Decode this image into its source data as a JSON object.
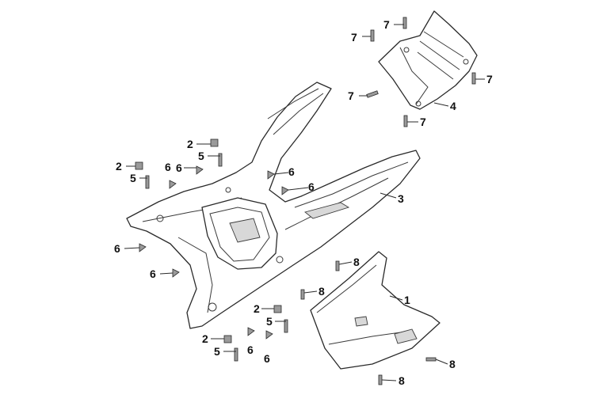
{
  "callouts": [
    {
      "id": "c-4",
      "text": "4"
    },
    {
      "id": "c-3",
      "text": "3"
    },
    {
      "id": "c-1",
      "text": "1"
    },
    {
      "id": "c-2a",
      "text": "2"
    },
    {
      "id": "c-2b",
      "text": "2"
    },
    {
      "id": "c-2c",
      "text": "2"
    },
    {
      "id": "c-2d",
      "text": "2"
    },
    {
      "id": "c-5a",
      "text": "5"
    },
    {
      "id": "c-5b",
      "text": "5"
    },
    {
      "id": "c-5c",
      "text": "5"
    },
    {
      "id": "c-5d",
      "text": "5"
    },
    {
      "id": "c-6a",
      "text": "6"
    },
    {
      "id": "c-6b",
      "text": "6"
    },
    {
      "id": "c-6c",
      "text": "6"
    },
    {
      "id": "c-6d",
      "text": "6"
    },
    {
      "id": "c-6e",
      "text": "6"
    },
    {
      "id": "c-6f",
      "text": "6"
    },
    {
      "id": "c-6g",
      "text": "6"
    },
    {
      "id": "c-6h",
      "text": "6"
    },
    {
      "id": "c-7a",
      "text": "7"
    },
    {
      "id": "c-7b",
      "text": "7"
    },
    {
      "id": "c-7c",
      "text": "7"
    },
    {
      "id": "c-7d",
      "text": "7"
    },
    {
      "id": "c-7e",
      "text": "7"
    },
    {
      "id": "c-8a",
      "text": "8"
    },
    {
      "id": "c-8b",
      "text": "8"
    },
    {
      "id": "c-8c",
      "text": "8"
    },
    {
      "id": "c-8d",
      "text": "8"
    }
  ]
}
